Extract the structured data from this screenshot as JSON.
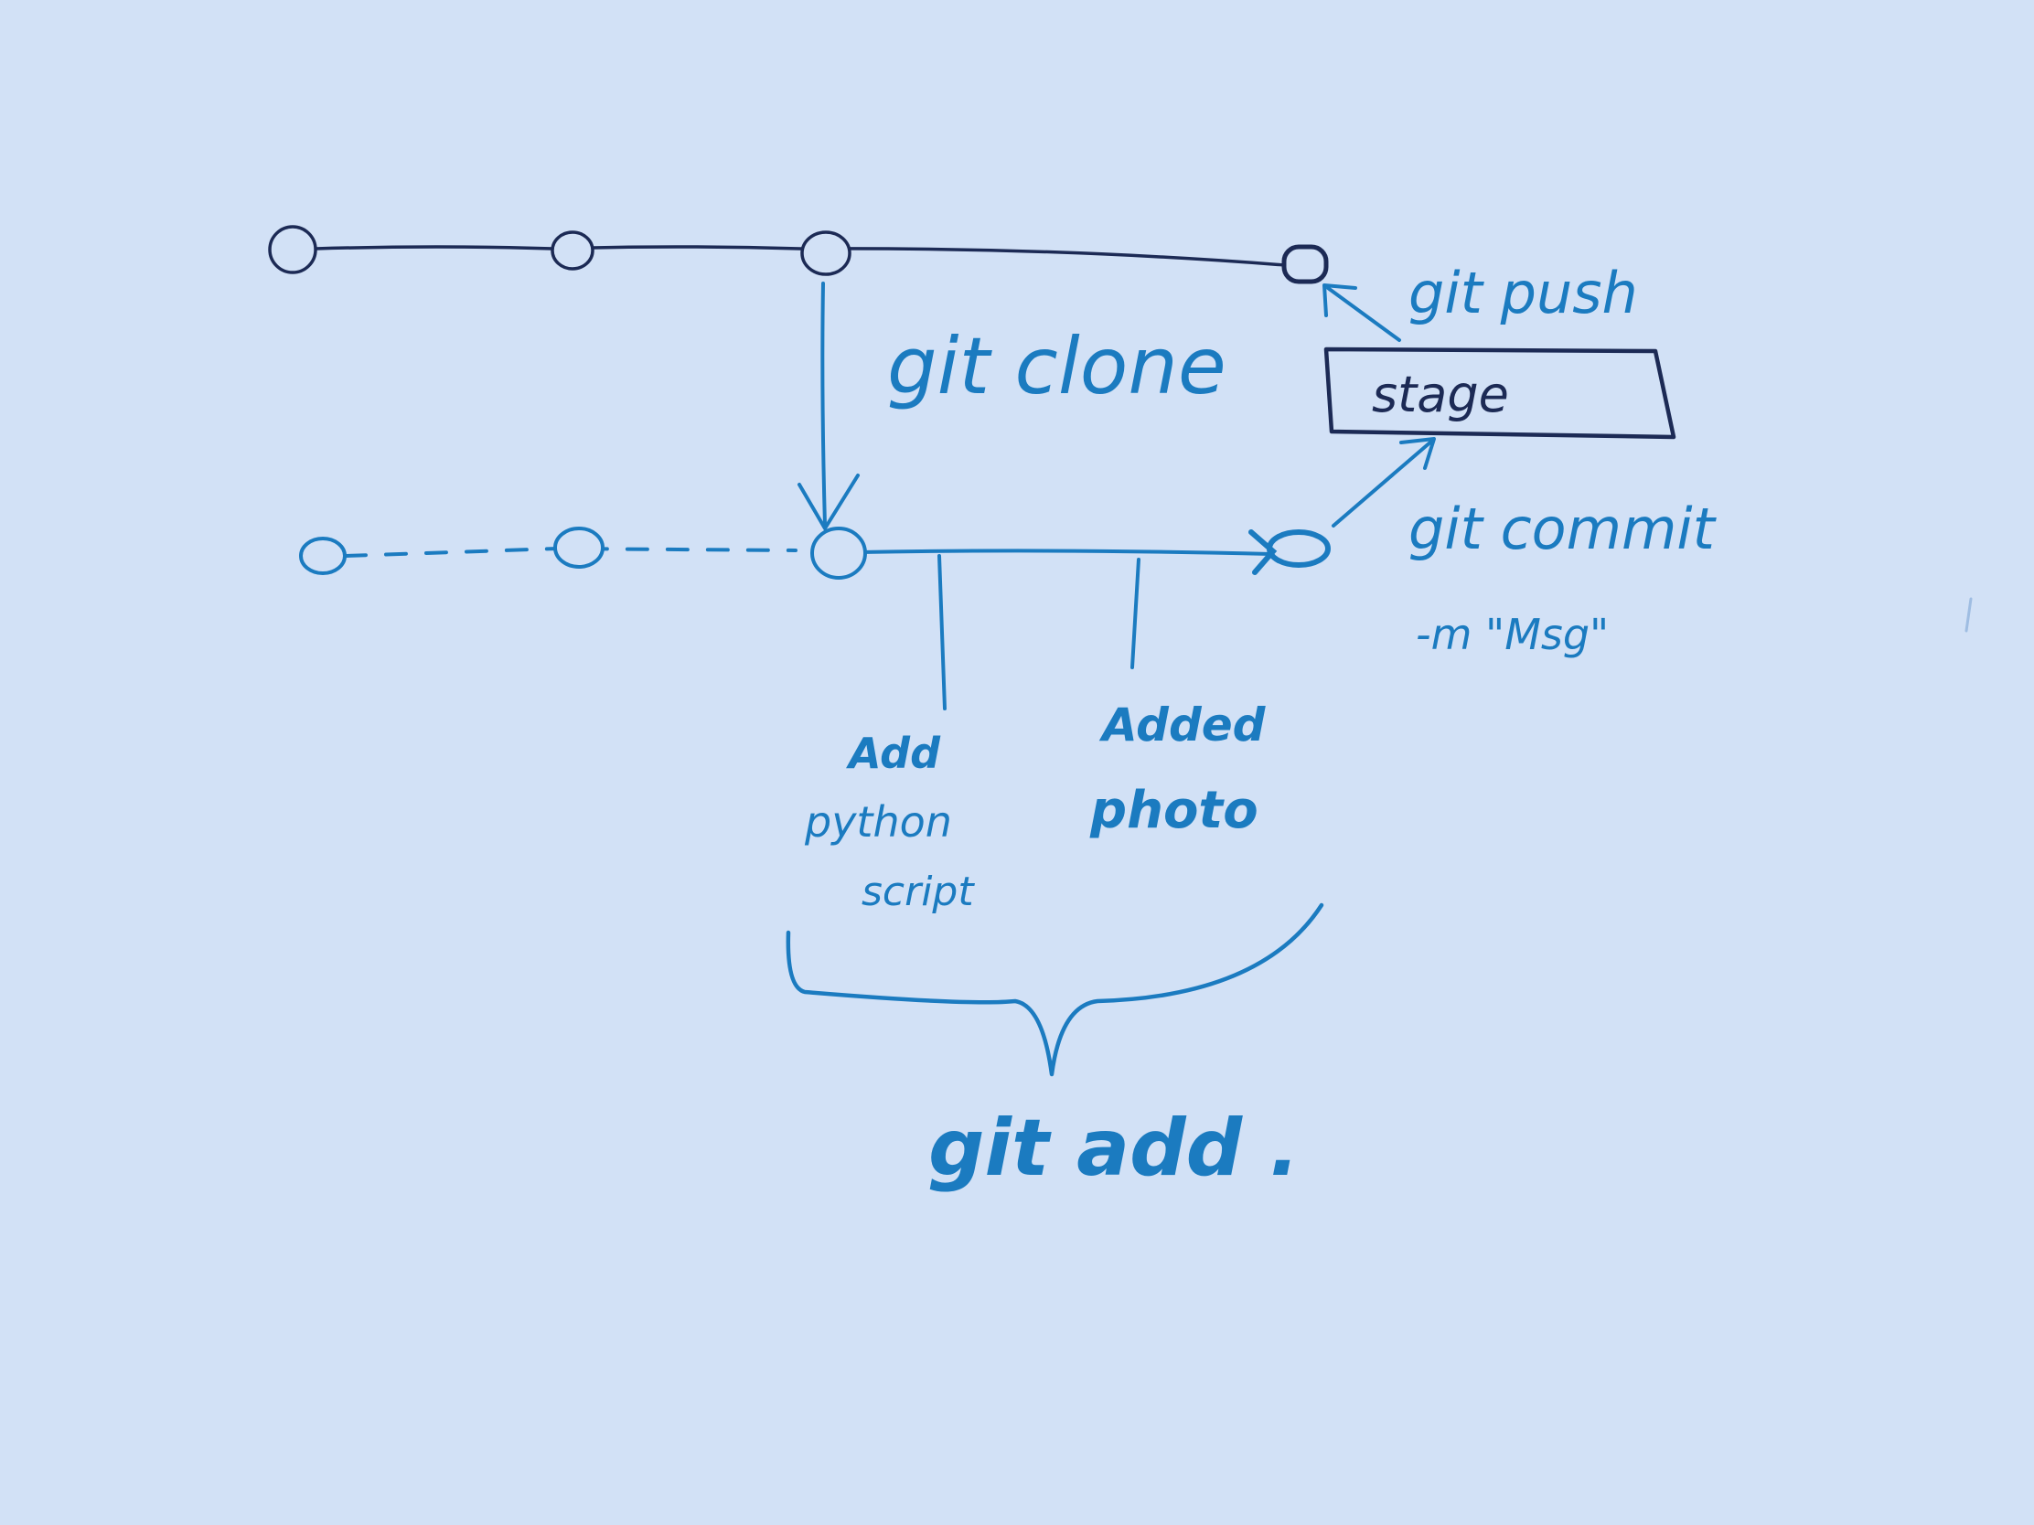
{
  "colors": {
    "background": "#d2e1f6",
    "remote_ink": "#1c2a55",
    "local_ink": "#1b7bc0"
  },
  "labels": {
    "git_clone": "git clone",
    "git_push": "git push",
    "stage": "stage",
    "git_commit": "git commit",
    "commit_message_flag": "-m \"Msg\"",
    "change_1_line1": "Add",
    "change_1_line2": "python",
    "change_1_line3": "script",
    "change_2_line1": "Added",
    "change_2_line2": "photo",
    "git_add": "git add ."
  }
}
